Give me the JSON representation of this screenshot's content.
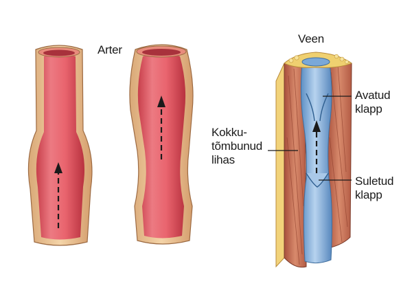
{
  "labels": {
    "artery": "Arter",
    "vein": "Veen",
    "muscle": "Kokku-\ntõmbunud\nlihas",
    "open_valve": "Avatud\nklapp",
    "closed_valve": "Suletud\nklapp"
  },
  "colors": {
    "artery_wall": "#f0c99a",
    "artery_lumen": "#e7636e",
    "vein_lumen": "#8fb8e0",
    "muscle": "#c8745a",
    "fat": "#f2d37a"
  },
  "icons": [
    "flow-arrow-icon"
  ]
}
